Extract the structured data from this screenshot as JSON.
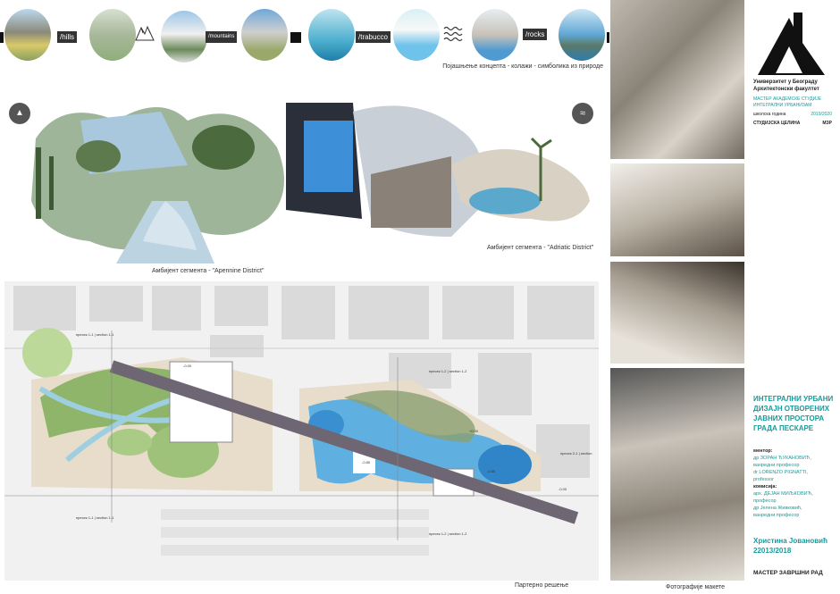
{
  "concept_strip": {
    "tags": [
      "/hills",
      "/mountains",
      "/trabucco",
      "/rocks"
    ],
    "caption": "Појашњење концепта - колажи - симболика из природе",
    "icons": [
      "mountains-icon",
      "waves-icon"
    ]
  },
  "collages": {
    "apennine_caption": "Амбијент сегмента - \"Apennine District\"",
    "adriatic_caption": "Амбијент сегмента - \"Adriatic District\""
  },
  "plan": {
    "caption": "Партерно решење",
    "section_labels": [
      "пресек 1-1 | section 1-1",
      "пресек 1-2 | section 1-2",
      "пресек 2-1 | section",
      "пресек 1-1 | section 1-1",
      "пресек 1-2 | section 1-2"
    ],
    "levels": [
      "-0.00",
      "+0.00",
      "-0.80",
      "-0.80",
      "-0.00"
    ]
  },
  "photos": {
    "caption": "Фотографије макете"
  },
  "info": {
    "university": [
      "Универзитет у Београду",
      "Архитектонски факултет"
    ],
    "program": [
      "МАСТЕР АКАДЕМСКЕ СТУДИЈЕ",
      "ИНТЕГРАЛНИ УРБАНИЗАМ"
    ],
    "school_year_label": "школска година",
    "school_year": "2019/2020",
    "unit_label": "СТУДИЈСКА ЦЕЛИНА",
    "unit": "МЗР",
    "title": [
      "ИНТЕГРАЛНИ УРБАНИ",
      "ДИЗАЈН ОТВОРЕНИХ",
      "ЈАВНИХ ПРОСТОРА",
      "ГРАДА ПЕСКАРЕ"
    ],
    "mentor_label": "ментор:",
    "mentors": [
      "др ЗОРАН ЂУКАНОВИЋ,",
      "ванредни професор",
      "dr LORENZO PIGNATTI,",
      "professor"
    ],
    "committee_label": "комисија:",
    "committee": [
      "арх. ДЕЈАН МИЉКОВИЋ,",
      "професор",
      "др Јелена Живковић,",
      "ванредни професор"
    ],
    "student": "Христина Јовановић",
    "student_id": "22013/2018",
    "thesis": "МАСТЕР ЗАВРШНИ РАД"
  },
  "colors": {
    "accent": "#1a9a9a",
    "water": "#4aa3d8",
    "green": "#8fb56a",
    "path": "#6e6672"
  }
}
